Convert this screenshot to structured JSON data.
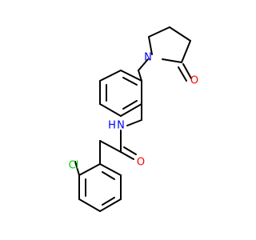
{
  "colors": {
    "bond": "#000000",
    "oxygen": "#ff0000",
    "nitrogen": "#0000ff",
    "chlorine": "#00cc00",
    "background": "#ffffff"
  },
  "atoms": {
    "ring_oxygen": "O",
    "ring_nitrogen": "N",
    "amide_nitrogen": "N",
    "amide_hydrogen": "H",
    "amide_oxygen": "O",
    "chlorine": "Cl"
  }
}
